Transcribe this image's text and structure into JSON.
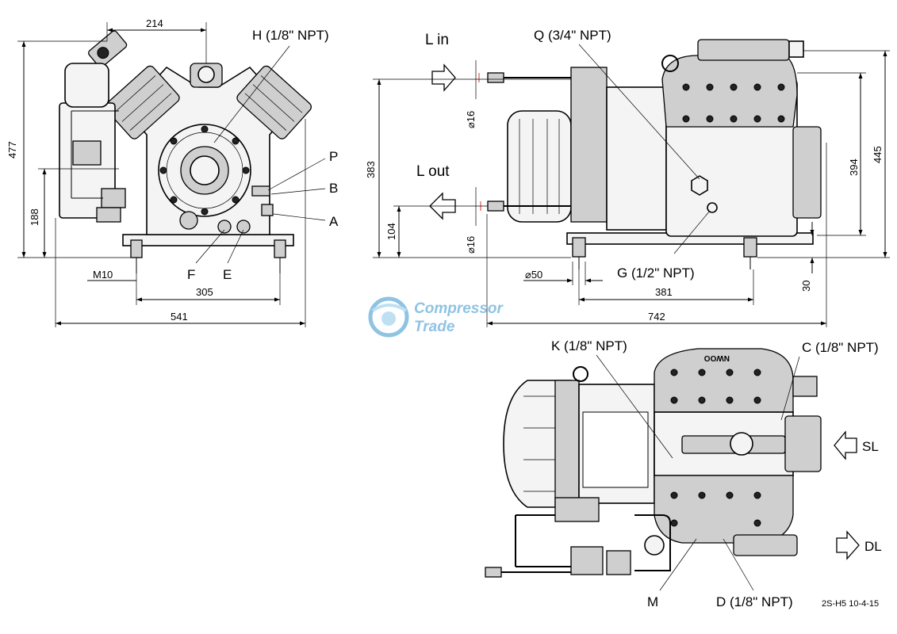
{
  "labels": {
    "h_port": "H (1/8\" NPT)",
    "q_port": "Q (3/4\" NPT)",
    "p": "P",
    "b": "B",
    "a": "A",
    "f": "F",
    "e": "E",
    "l_in": "L in",
    "l_out": "L out",
    "g_port": "G (1/2\" NPT)",
    "k_port": "K (1/8\" NPT)",
    "c_port": "C (1/8\" NPT)",
    "sl": "SL",
    "dl": "DL",
    "m": "M",
    "d_port": "D (1/8\" NPT)"
  },
  "dimensions": {
    "d214": "214",
    "d477": "477",
    "d188": "188",
    "m10": "M10",
    "d305": "305",
    "d541": "541",
    "d383": "383",
    "d104": "104",
    "dia16_top": "⌀16",
    "dia16_bottom": "⌀16",
    "dia50": "⌀50",
    "d381": "381",
    "d742": "742",
    "d394": "394",
    "d445": "445",
    "d30": "30"
  },
  "watermark": {
    "line1": "Compressor",
    "line2": "Trade",
    "color": "#8fc3e3"
  },
  "drawing_ref": "2S-H5 10-4-15"
}
